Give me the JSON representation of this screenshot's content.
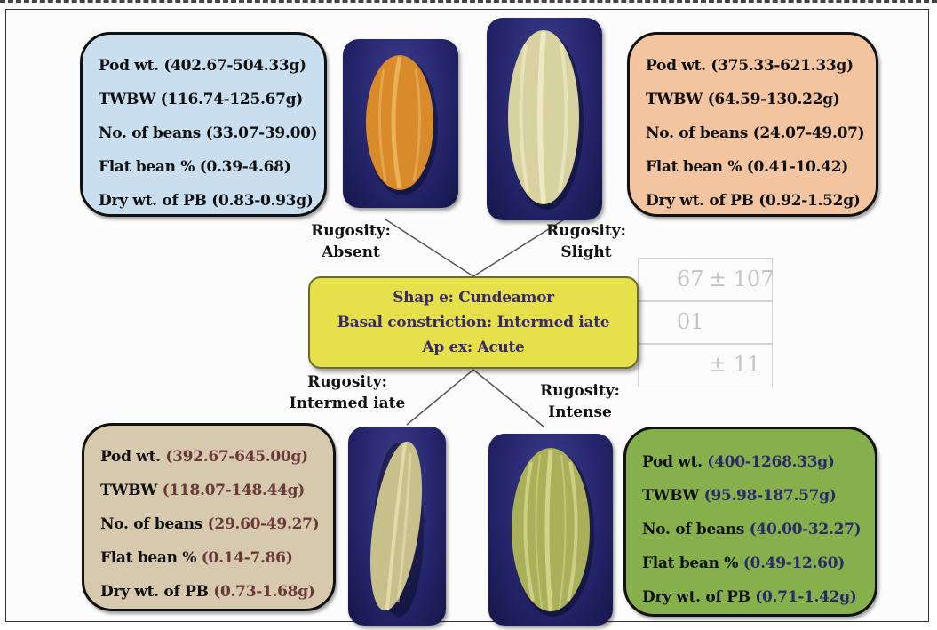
{
  "center": {
    "shape": "Shap e: Cundeamor",
    "basal": "Basal constriction: Intermed iate",
    "apex": "Ap ex: Acute"
  },
  "rugosity": {
    "absent": {
      "title": "Rugosity:",
      "value": "Absent"
    },
    "slight": {
      "title": "Rugosity:",
      "value": "Slight"
    },
    "intermediate": {
      "title": "Rugosity:",
      "value": "Intermed iate"
    },
    "intense": {
      "title": "Rugosity:",
      "value": "Intense"
    }
  },
  "boxes": {
    "top_left": {
      "color": "#c9dff0",
      "value_color": "#111111",
      "rows": [
        {
          "label": "Pod wt.",
          "value": "(402.67-504.33g)"
        },
        {
          "label": "TWBW",
          "value": "(116.74-125.67g)"
        },
        {
          "label": "No. of beans",
          "value": "(33.07-39.00)"
        },
        {
          "label": "Flat bean %",
          "value": "(0.39-4.68)"
        },
        {
          "label": "Dry wt. of PB",
          "value": "(0.83-0.93g)"
        }
      ]
    },
    "top_right": {
      "color": "#f2c4a0",
      "value_color": "#111111",
      "rows": [
        {
          "label": "Pod wt.",
          "value": "(375.33-621.33g)"
        },
        {
          "label": "TWBW",
          "value": "(64.59-130.22g)"
        },
        {
          "label": "No. of beans",
          "value": "(24.07-49.07)"
        },
        {
          "label": "Flat bean %",
          "value": "(0.41-10.42)"
        },
        {
          "label": "Dry wt. of PB",
          "value": "(0.92-1.52g)"
        }
      ]
    },
    "bottom_left": {
      "color": "#d7c9ad",
      "value_color": "#6a3a3a",
      "rows": [
        {
          "label": "Pod wt.",
          "value": "(392.67-645.00g)"
        },
        {
          "label": "TWBW",
          "value": "(118.07-148.44g)"
        },
        {
          "label": "No. of beans",
          "value": "(29.60-49.27)"
        },
        {
          "label": "Flat bean %",
          "value": "(0.14-7.86)"
        },
        {
          "label": "Dry wt. of PB",
          "value": "(0.73-1.68g)"
        }
      ]
    },
    "bottom_right": {
      "color": "#86b04c",
      "value_color": "#2a2a6a",
      "rows": [
        {
          "label": "Pod wt.",
          "value": "(400-1268.33g)"
        },
        {
          "label": "TWBW",
          "value": "(95.98-187.57g)"
        },
        {
          "label": "No. of beans",
          "value": "(40.00-32.27)"
        },
        {
          "label": "Flat bean %",
          "value": "(0.49-12.60)"
        },
        {
          "label": "Dry wt. of PB",
          "value": "(0.71-1.42g)"
        }
      ]
    }
  },
  "pods": {
    "absent": {
      "fill": "#d98a2a",
      "ridge": "#f2c26a"
    },
    "slight": {
      "fill": "#d8d2a0",
      "ridge": "#f4efcd"
    },
    "intermediate": {
      "fill": "#c8c08a",
      "ridge": "#eee6b8"
    },
    "intense": {
      "fill": "#aab05a",
      "ridge": "#dcdc92"
    }
  },
  "background_table": [
    "67",
    "± 107",
    "01",
    "± 11"
  ]
}
